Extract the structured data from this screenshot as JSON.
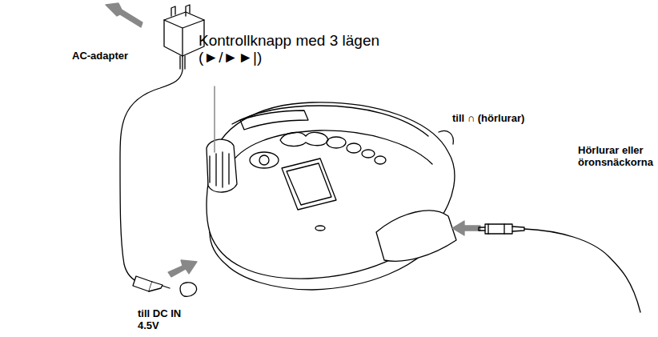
{
  "diagram": {
    "labels": [
      "AC-adapter",
      "Kontrollknapp med 3 lägen (►/►►|)",
      "till ∩ (hörlurar)",
      "Hörlurar eller öronsnäckorna",
      "till DC IN 4.5V"
    ]
  }
}
